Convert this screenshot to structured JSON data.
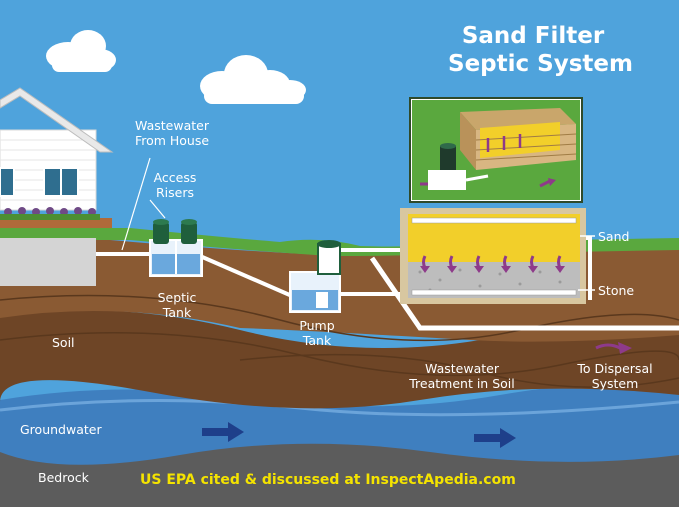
{
  "title": {
    "line1": "Sand Filter",
    "line2": "Septic System"
  },
  "labels": {
    "wastewater_from_house": [
      "Wastewater",
      "From House"
    ],
    "access_risers": [
      "Access",
      "Risers"
    ],
    "septic_tank": [
      "Septic",
      "Tank"
    ],
    "pump_tank": [
      "Pump",
      "Tank"
    ],
    "sand": "Sand",
    "stone": "Stone",
    "soil": "Soil",
    "wastewater_treatment": [
      "Wastewater",
      "Treatment in Soil"
    ],
    "to_dispersal": [
      "To Dispersal",
      "System"
    ],
    "groundwater": "Groundwater",
    "bedrock": "Bedrock"
  },
  "credit": "US EPA cited & discussed at InspectApedia.com",
  "colors": {
    "sky": "#4fa3dc",
    "grass": "#5aa83e",
    "soil_upper": "#8a5a33",
    "soil_lower": "#6e4526",
    "groundwater": "#3f7fbf",
    "bedrock": "#5c5c5c",
    "sand": "#f2cf2a",
    "stone": "#bdbdbd",
    "flow_arrow": "#8e3a8a",
    "pipe": "#ffffff",
    "credit_text": "#f4e300"
  }
}
